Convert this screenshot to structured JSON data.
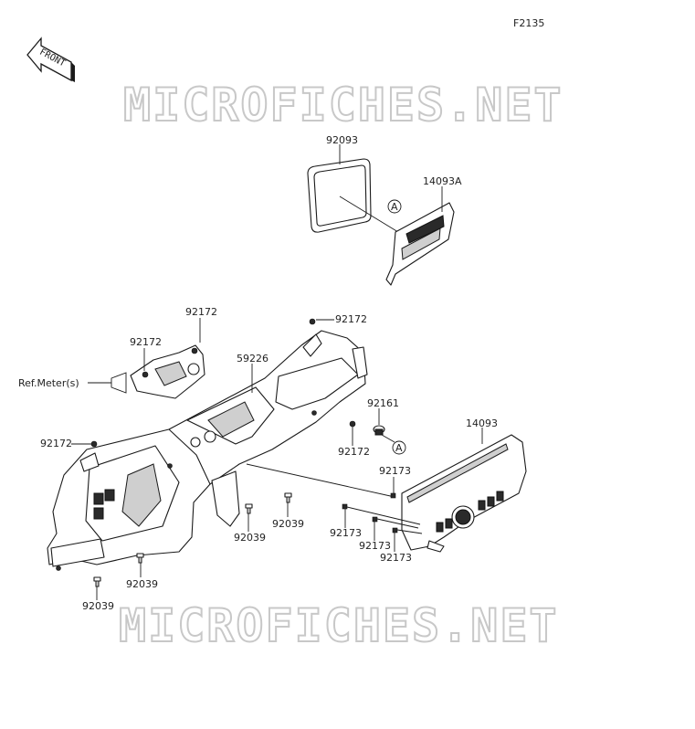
{
  "diagram_code": "F2135",
  "front_indicator": "FRONT",
  "watermark": "MICROFICHES.NET",
  "callouts": {
    "gasket": "92093",
    "cover_upper": "14093A",
    "circle_a_top": "A",
    "circle_a_bottom": "A",
    "screw_left_top": "92172",
    "screw_left_mid": "92172",
    "screw_upper_right": "92172",
    "screw_lower_mid": "92172",
    "screw_far_left": "92172",
    "ref_meter": "Ref.Meter(s)",
    "dash_panel": "59226",
    "plug": "92161",
    "switch_panel": "14093",
    "clip_a": "92173",
    "clip_b": "92173",
    "clip_c": "92173",
    "clip_d": "92173",
    "bolt_a": "92039",
    "bolt_b": "92039",
    "bolt_c": "92039",
    "bolt_d": "92039"
  }
}
